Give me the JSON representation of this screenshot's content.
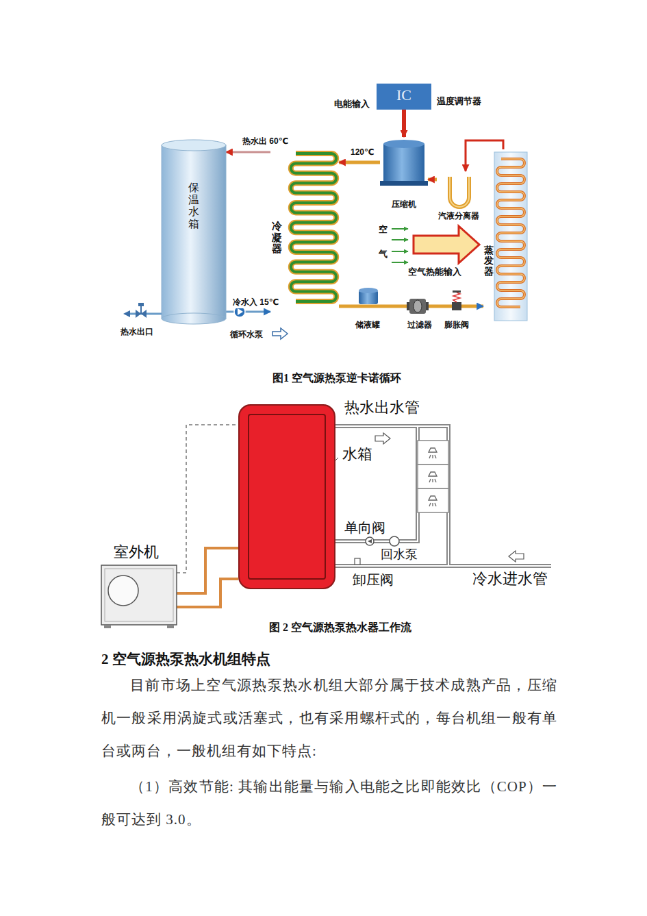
{
  "diagram": {
    "nodes": [
      {
        "text": [
          "保温水箱"
        ]
      },
      {
        "text": [
          "冷凝器"
        ]
      },
      {
        "text": [
          "IC"
        ]
      },
      {
        "text": [
          "压缩机"
        ]
      },
      {
        "text": [
          "汽液分离器"
        ]
      },
      {
        "text": [
          "蒸发器"
        ]
      },
      {
        "text": [
          "储液罐"
        ]
      },
      {
        "text": [
          "过滤器"
        ]
      },
      {
        "text": [
          "膨胀阀"
        ]
      },
      {
        "text": [
          "水箱"
        ]
      },
      {
        "text": [
          "室外机"
        ]
      }
    ],
    "edges": [
      {
        "from": 3,
        "to": 1,
        "arrow": "to",
        "label": "120℃"
      },
      {
        "from": 1,
        "to": 0,
        "arrow": "to",
        "label": "热水出 60℃"
      },
      {
        "from": 0,
        "to": 1,
        "arrow": "to",
        "label": "冷水入 15℃"
      },
      {
        "from": 2,
        "to": 3,
        "arrow": "to"
      },
      {
        "from": 1,
        "to": 6,
        "arrow": "none"
      },
      {
        "from": 6,
        "to": 7,
        "arrow": "none"
      },
      {
        "from": 7,
        "to": 8,
        "arrow": "none"
      },
      {
        "from": 8,
        "to": 5,
        "arrow": "to"
      },
      {
        "from": 5,
        "to": 4,
        "arrow": "to"
      },
      {
        "from": 4,
        "to": 3,
        "arrow": "to"
      },
      {
        "from": 10,
        "to": 9,
        "arrow": "none"
      },
      {
        "from": 10,
        "to": 9,
        "arrow": "none"
      },
      {
        "from": 10,
        "to": 9,
        "arrow": "none"
      }
    ],
    "labels": [
      "电能输入",
      "温度调节器",
      "热水出口",
      "循环水泵",
      "空",
      "气",
      "空气热能输入",
      "图1 空气源热泵逆卡诺循环",
      "热水出水管",
      "单向阀",
      "回水泵",
      "卸压阀",
      "冷水进水管",
      "图 2 空气源热泵热水器工作流",
      "2 空气源热泵热水机组特点",
      "目前市场上空气源热泵热水机组大部分属于技术成熟产品，压缩机一般采用涡旋式或活塞式，也有采用螺杆式的，每台机组一般有单台或两台，一般机组有如下特点:",
      "（1）高效节能: 其输出能量与输入电能之比即能效比（COP）一般可达到 3.0。"
    ]
  }
}
